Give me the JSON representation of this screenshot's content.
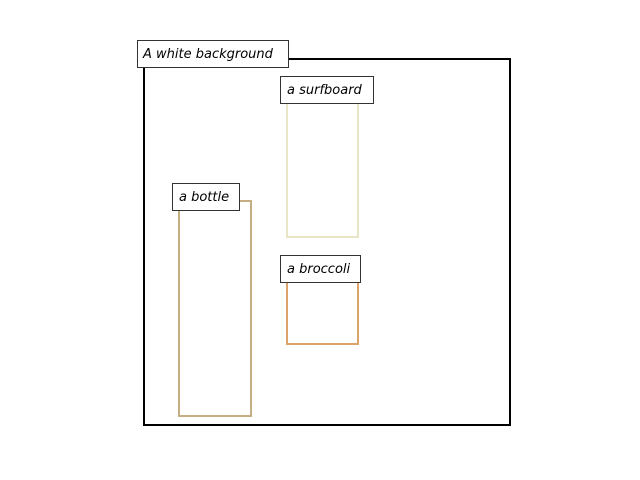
{
  "scene": {
    "background": {
      "label": "A white background",
      "color": "#000000"
    },
    "objects": [
      {
        "label": "a surfboard",
        "color": "#E8E6C6"
      },
      {
        "label": "a bottle",
        "color": "#C4AE82"
      },
      {
        "label": "a broccoli",
        "color": "#DCA46A"
      }
    ]
  }
}
